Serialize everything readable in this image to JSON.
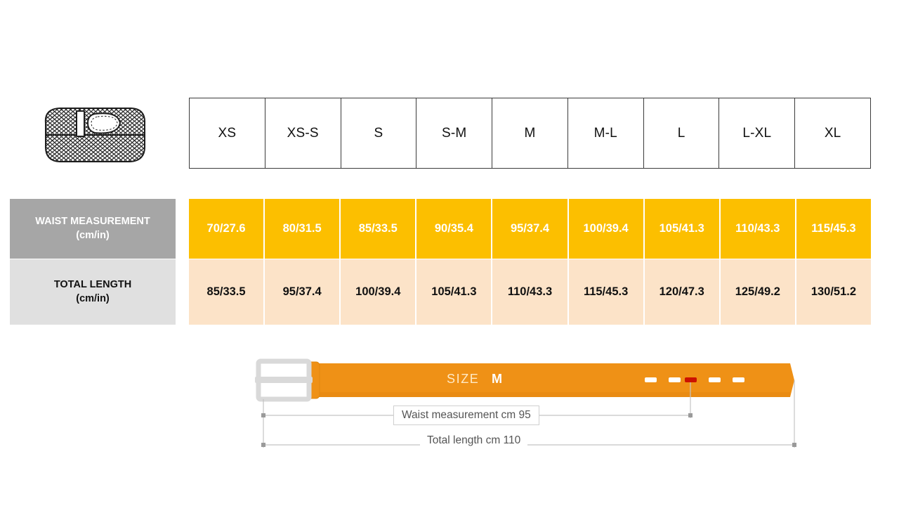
{
  "product_icon": {
    "name": "braided-belt-illustration"
  },
  "size_table": {
    "headers": [
      "XS",
      "XS-S",
      "S",
      "S-M",
      "M",
      "M-L",
      "L",
      "L-XL",
      "XL"
    ],
    "rows": [
      {
        "label_line1": "WAIST MEASUREMENT",
        "label_line2": "(cm/in)",
        "values": [
          "70/27.6",
          "80/31.5",
          "85/33.5",
          "90/35.4",
          "95/37.4",
          "100/39.4",
          "105/41.3",
          "110/43.3",
          "115/45.3"
        ],
        "fill_color": "#fcbf00",
        "label_fill": "#a6a6a6",
        "text_color": "#ffffff"
      },
      {
        "label_line1": "TOTAL LENGTH",
        "label_line2": "(cm/in)",
        "values": [
          "85/33.5",
          "95/37.4",
          "100/39.4",
          "105/41.3",
          "110/43.3",
          "115/45.3",
          "120/47.3",
          "125/49.2",
          "130/51.2"
        ],
        "fill_color": "#fce3c8",
        "label_fill": "#e0e0e0",
        "text_color": "#111111"
      }
    ]
  },
  "belt_diagram": {
    "size_label": "SIZE",
    "size_value": "M",
    "waist_dimension": "Waist measurement cm 95",
    "total_dimension": "Total length cm 110",
    "belt_color": "#ef9116",
    "buckle_color": "#d9d9d9",
    "hole_count": 5,
    "active_hole_index": 2,
    "active_hole_color": "#cc1100",
    "hole_color": "#ffffff"
  }
}
